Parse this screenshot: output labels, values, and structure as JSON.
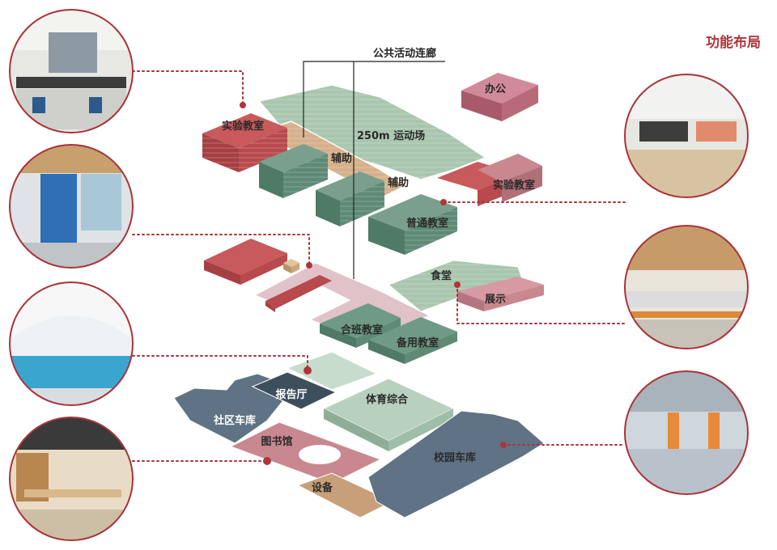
{
  "title": "功能布局",
  "corridor_label": "公共活动连廊",
  "top_level": {
    "lab_left": "实验教室",
    "field": "250m 运动场",
    "office": "办公",
    "aux1": "辅助",
    "aux2": "辅助",
    "lab_right": "实验教室",
    "general": "普通教室"
  },
  "mid_level": {
    "canteen": "食堂",
    "exhibit": "展示",
    "combined": "合班教室",
    "spare": "备用教室"
  },
  "ground_level": {
    "lecture": "报告厅",
    "sports": "体育综合",
    "community_garage": "社区车库",
    "library": "图书馆",
    "campus_garage": "校园车库",
    "equipment": "设备"
  },
  "colors": {
    "red": "#b84a4d",
    "pink": "#c98890",
    "green": "#5e8a76",
    "lightgreen": "#a9c6ae",
    "mint": "#bfd4c8",
    "navy": "#3d4e5c",
    "slate": "#5f7385",
    "sand": "#c7a07a",
    "accent": "#b0353a"
  },
  "photos": [
    {
      "id": "lab-photo-icon",
      "desc": "laboratory"
    },
    {
      "id": "corridor-photo-icon",
      "desc": "corridor"
    },
    {
      "id": "pool-photo-icon",
      "desc": "swimming pool"
    },
    {
      "id": "library-photo-icon",
      "desc": "library"
    },
    {
      "id": "classroom-photo-icon",
      "desc": "classroom"
    },
    {
      "id": "canteen-photo-icon",
      "desc": "canteen"
    },
    {
      "id": "garage-photo-icon",
      "desc": "garage"
    }
  ]
}
